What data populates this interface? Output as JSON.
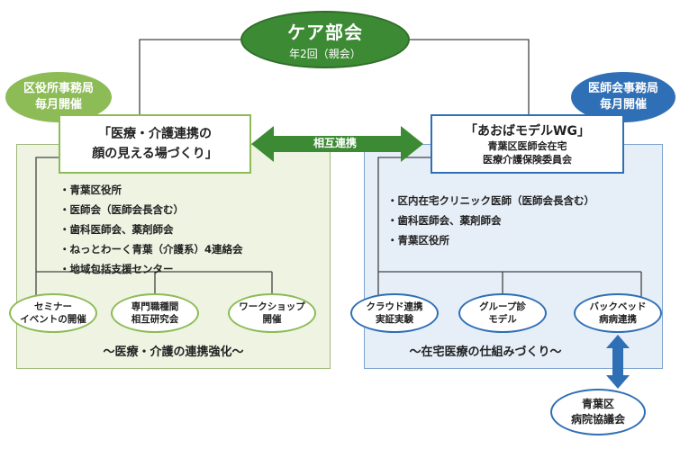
{
  "care_meeting": {
    "title": "ケア部会",
    "subtitle": "年2回（親会）"
  },
  "ward_office": {
    "line1": "区役所事務局",
    "line2": "毎月開催"
  },
  "medical_assoc": {
    "line1": "医師会事務局",
    "line2": "毎月開催"
  },
  "left_box": {
    "line1": "「医療・介護連携の",
    "line2": "顔の見える場づくり」"
  },
  "right_box": {
    "line1": "「あおばモデルWG」",
    "line2": "青葉区医師会在宅",
    "line3": "医療介護保険委員会"
  },
  "link_label": "相互連携",
  "left_members": [
    "・青葉区役所",
    "・医師会（医師会長含む）",
    "・歯科医師会、薬剤師会",
    "・ねっとわーく青葉（介護系）4連絡会",
    "・地域包括支援センター"
  ],
  "right_members": [
    "・区内在宅クリニック医師（医師会長含む）",
    "・歯科医師会、薬剤師会",
    "・青葉区役所"
  ],
  "left_activities": [
    {
      "line1": "セミナー",
      "line2": "イベントの開催"
    },
    {
      "line1": "専門職種間",
      "line2": "相互研究会"
    },
    {
      "line1": "ワークショップ",
      "line2": "開催"
    }
  ],
  "right_activities": [
    {
      "line1": "クラウド連携",
      "line2": "実証実験"
    },
    {
      "line1": "グループ診",
      "line2": "モデル"
    },
    {
      "line1": "バックベッド",
      "line2": "病病連携"
    }
  ],
  "left_footer": "〜医療・介護の連携強化〜",
  "right_footer": "〜在宅医療の仕組みづくり〜",
  "hospital_council": {
    "line1": "青葉区",
    "line2": "病院協議会"
  },
  "colors": {
    "green_dark": "#3d8a34",
    "green_light": "#8dbb56",
    "blue": "#2f6fb5",
    "panel_green": "#eef3e2",
    "panel_blue": "#e6eef8"
  }
}
